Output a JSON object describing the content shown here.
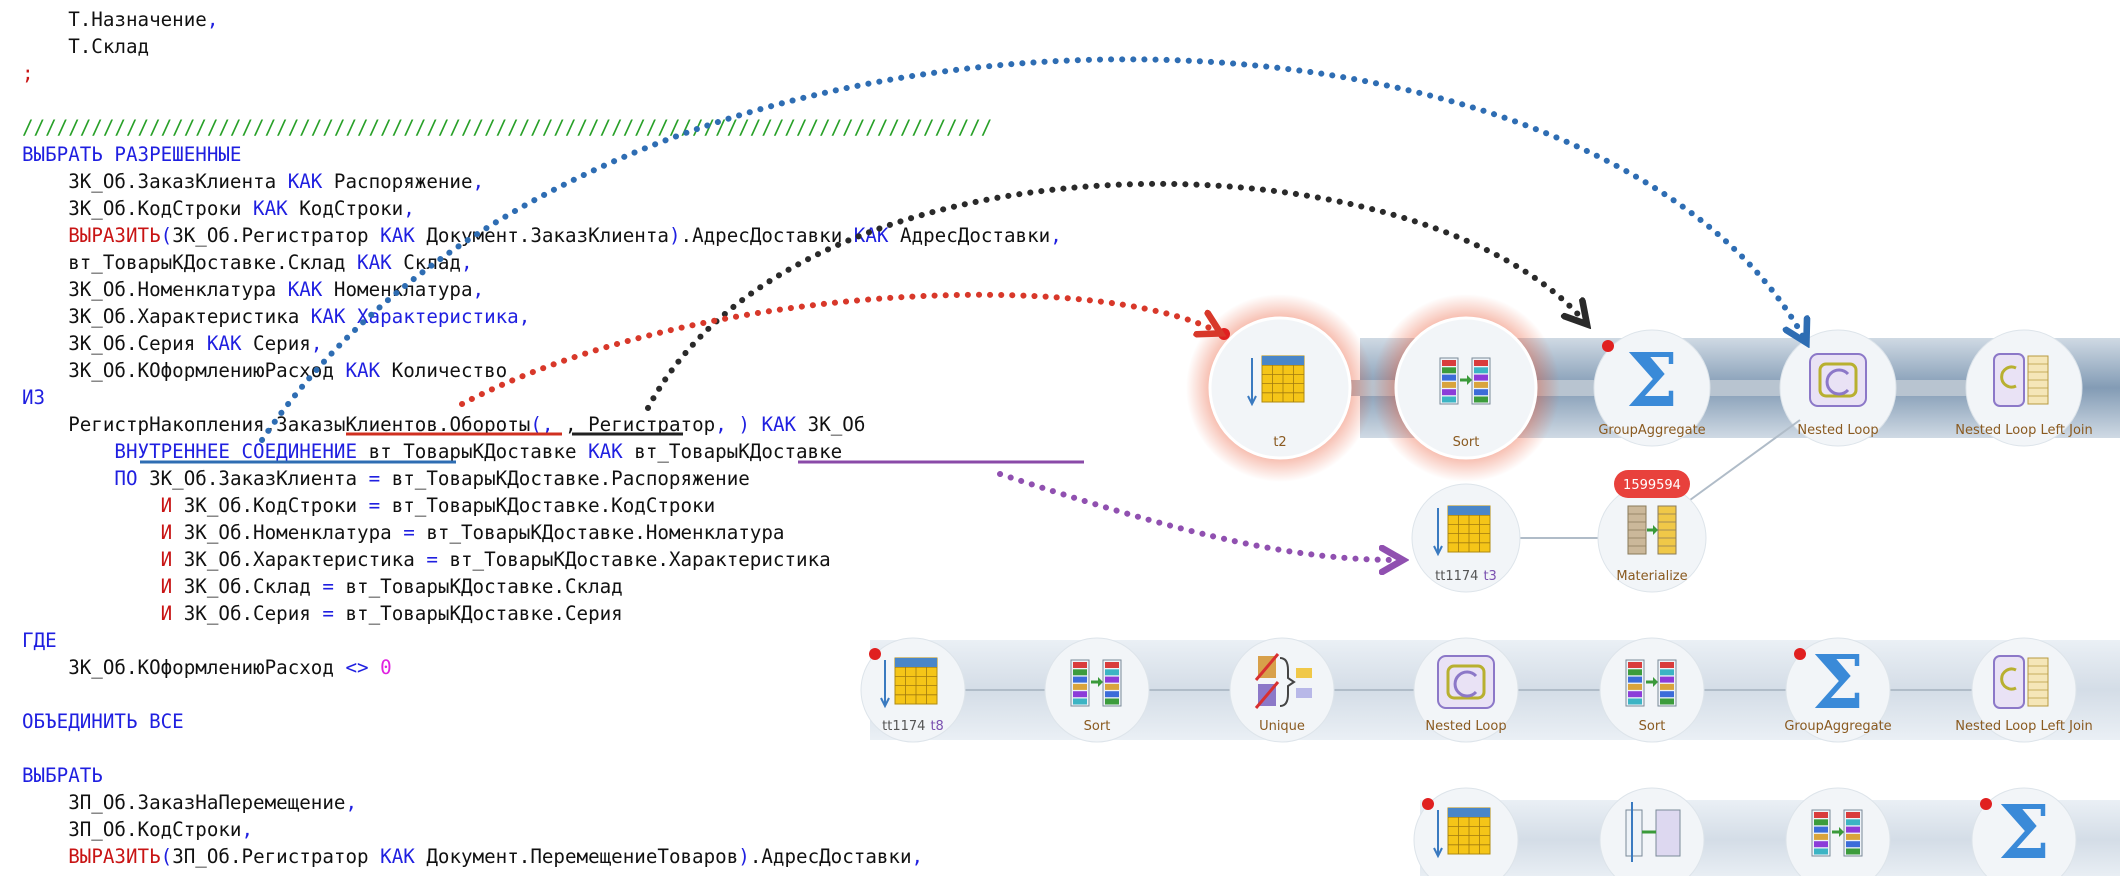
{
  "code": {
    "lines": [
      [
        {
          "t": "    Т.Назначение",
          "c": "tx"
        },
        {
          "t": ",",
          "c": "br"
        }
      ],
      [
        {
          "t": "    Т.Склад",
          "c": "tx"
        }
      ],
      [
        {
          "t": ";",
          "c": "op"
        }
      ],
      [],
      [
        {
          "t": "////////////////////////////////////////////////////////////////////////////////////",
          "c": "cmt"
        }
      ],
      [
        {
          "t": "ВЫБРАТЬ РАЗРЕШЕННЫЕ",
          "c": "kw"
        }
      ],
      [
        {
          "t": "    ЗК_Об.ЗаказКлиента ",
          "c": "tx"
        },
        {
          "t": "КАК",
          "c": "kw"
        },
        {
          "t": " Распоряжение",
          "c": "tx"
        },
        {
          "t": ",",
          "c": "br"
        }
      ],
      [
        {
          "t": "    ЗК_Об.КодСтроки ",
          "c": "tx"
        },
        {
          "t": "КАК",
          "c": "kw"
        },
        {
          "t": " КодСтроки",
          "c": "tx"
        },
        {
          "t": ",",
          "c": "br"
        }
      ],
      [
        {
          "t": "    ",
          "c": "tx"
        },
        {
          "t": "ВЫРАЗИТЬ",
          "c": "fn"
        },
        {
          "t": "(",
          "c": "br"
        },
        {
          "t": "ЗК_Об.Регистратор ",
          "c": "tx"
        },
        {
          "t": "КАК",
          "c": "kw"
        },
        {
          "t": " Документ.ЗаказКлиента",
          "c": "tx"
        },
        {
          "t": ")",
          "c": "br"
        },
        {
          "t": ".АдресДоставки ",
          "c": "tx"
        },
        {
          "t": "КАК",
          "c": "kw"
        },
        {
          "t": " АдресДоставки",
          "c": "tx"
        },
        {
          "t": ",",
          "c": "br"
        }
      ],
      [
        {
          "t": "    вт_ТоварыКДоставке.Склад ",
          "c": "tx"
        },
        {
          "t": "КАК",
          "c": "kw"
        },
        {
          "t": " Склад",
          "c": "tx"
        },
        {
          "t": ",",
          "c": "br"
        }
      ],
      [
        {
          "t": "    ЗК_Об.Номенклатура ",
          "c": "tx"
        },
        {
          "t": "КАК",
          "c": "kw"
        },
        {
          "t": " Номенклатура",
          "c": "tx"
        },
        {
          "t": ",",
          "c": "br"
        }
      ],
      [
        {
          "t": "    ЗК_Об.Характеристика ",
          "c": "tx"
        },
        {
          "t": "КАК",
          "c": "kw"
        },
        {
          "t": " Характеристика",
          "c": "kw"
        },
        {
          "t": ",",
          "c": "br"
        }
      ],
      [
        {
          "t": "    ЗК_Об.Серия ",
          "c": "tx"
        },
        {
          "t": "КАК",
          "c": "kw"
        },
        {
          "t": " Серия",
          "c": "tx"
        },
        {
          "t": ",",
          "c": "br"
        }
      ],
      [
        {
          "t": "    ЗК_Об.КОформлениюРасход ",
          "c": "tx"
        },
        {
          "t": "КАК",
          "c": "kw"
        },
        {
          "t": " Количество",
          "c": "tx"
        }
      ],
      [
        {
          "t": "ИЗ",
          "c": "kw"
        }
      ],
      [
        {
          "t": "    РегистрНакопления.",
          "c": "tx"
        },
        {
          "t": "ЗаказыКлиентов",
          "c": "tx"
        },
        {
          "t": ".",
          "c": "tx"
        },
        {
          "t": "Обороты",
          "c": "tx"
        },
        {
          "t": "(",
          "c": "br"
        },
        {
          "t": ",",
          "c": "br"
        },
        {
          "t": " , ",
          "c": "tx"
        },
        {
          "t": "Регистратор",
          "c": "tx"
        },
        {
          "t": ",",
          "c": "br"
        },
        {
          "t": " ",
          "c": "tx"
        },
        {
          "t": ")",
          "c": "br"
        },
        {
          "t": " ",
          "c": "tx"
        },
        {
          "t": "КАК",
          "c": "kw"
        },
        {
          "t": " ЗК_Об",
          "c": "tx"
        }
      ],
      [
        {
          "t": "        ",
          "c": "tx"
        },
        {
          "t": "ВНУТРЕННЕЕ СОЕДИНЕНИЕ",
          "c": "kw"
        },
        {
          "t": " вт_ТоварыКДоставке ",
          "c": "tx"
        },
        {
          "t": "КАК",
          "c": "kw"
        },
        {
          "t": " вт_ТоварыКДоставке",
          "c": "tx"
        }
      ],
      [
        {
          "t": "        ",
          "c": "tx"
        },
        {
          "t": "ПО",
          "c": "kw"
        },
        {
          "t": " ЗК_Об.ЗаказКлиента ",
          "c": "tx"
        },
        {
          "t": "=",
          "c": "br"
        },
        {
          "t": " вт_ТоварыКДоставке.Распоряжение",
          "c": "tx"
        }
      ],
      [
        {
          "t": "            ",
          "c": "tx"
        },
        {
          "t": "И",
          "c": "fn"
        },
        {
          "t": " ЗК_Об.КодСтроки ",
          "c": "tx"
        },
        {
          "t": "=",
          "c": "br"
        },
        {
          "t": " вт_ТоварыКДоставке.КодСтроки",
          "c": "tx"
        }
      ],
      [
        {
          "t": "            ",
          "c": "tx"
        },
        {
          "t": "И",
          "c": "fn"
        },
        {
          "t": " ЗК_Об.Номенклатура ",
          "c": "tx"
        },
        {
          "t": "=",
          "c": "br"
        },
        {
          "t": " вт_ТоварыКДоставке.Номенклатура",
          "c": "tx"
        }
      ],
      [
        {
          "t": "            ",
          "c": "tx"
        },
        {
          "t": "И",
          "c": "fn"
        },
        {
          "t": " ЗК_Об.Характеристика ",
          "c": "tx"
        },
        {
          "t": "=",
          "c": "br"
        },
        {
          "t": " вт_ТоварыКДоставке.Характеристика",
          "c": "tx"
        }
      ],
      [
        {
          "t": "            ",
          "c": "tx"
        },
        {
          "t": "И",
          "c": "fn"
        },
        {
          "t": " ЗК_Об.Склад ",
          "c": "tx"
        },
        {
          "t": "=",
          "c": "br"
        },
        {
          "t": " вт_ТоварыКДоставке.Склад",
          "c": "tx"
        }
      ],
      [
        {
          "t": "            ",
          "c": "tx"
        },
        {
          "t": "И",
          "c": "fn"
        },
        {
          "t": " ЗК_Об.Серия ",
          "c": "tx"
        },
        {
          "t": "=",
          "c": "br"
        },
        {
          "t": " вт_ТоварыКДоставке.Серия",
          "c": "tx"
        }
      ],
      [
        {
          "t": "ГДЕ",
          "c": "kw"
        }
      ],
      [
        {
          "t": "    ЗК_Об.КОформлениюРасход ",
          "c": "tx"
        },
        {
          "t": "<>",
          "c": "br"
        },
        {
          "t": " ",
          "c": "tx"
        },
        {
          "t": "0",
          "c": "num"
        }
      ],
      [],
      [
        {
          "t": "ОБЪЕДИНИТЬ ВСЕ",
          "c": "kw"
        }
      ],
      [],
      [
        {
          "t": "ВЫБРАТЬ",
          "c": "kw"
        }
      ],
      [
        {
          "t": "    ЗП_Об.ЗаказНаПеремещение",
          "c": "tx"
        },
        {
          "t": ",",
          "c": "br"
        }
      ],
      [
        {
          "t": "    ЗП_Об.КодСтроки",
          "c": "tx"
        },
        {
          "t": ",",
          "c": "br"
        }
      ],
      [
        {
          "t": "    ",
          "c": "tx"
        },
        {
          "t": "ВЫРАЗИТЬ",
          "c": "fn"
        },
        {
          "t": "(",
          "c": "br"
        },
        {
          "t": "ЗП_Об.Регистратор ",
          "c": "tx"
        },
        {
          "t": "КАК",
          "c": "kw"
        },
        {
          "t": " Документ.ПеремещениеТоваров",
          "c": "tx"
        },
        {
          "t": ")",
          "c": "br"
        },
        {
          "t": ".АдресДоставки",
          "c": "tx"
        },
        {
          "t": ",",
          "c": "br"
        }
      ]
    ]
  },
  "plan": {
    "row1": [
      {
        "id": "n-t2",
        "label": "t2",
        "icon": "table-scan-icon",
        "highlight": true,
        "dot": true
      },
      {
        "id": "n-sort1",
        "label": "Sort",
        "icon": "sort-icon",
        "highlight": true,
        "dot": false
      },
      {
        "id": "n-agg1",
        "label": "GroupAggregate",
        "icon": "sigma-icon",
        "highlight": false,
        "dot": true
      },
      {
        "id": "n-nl1",
        "label": "Nested Loop",
        "icon": "nested-loop-icon",
        "highlight": false,
        "dot": false
      },
      {
        "id": "n-nllj1",
        "label": "Nested Loop Left Join",
        "icon": "nested-loop-left-join-icon",
        "highlight": false,
        "dot": false
      }
    ],
    "row1b": [
      {
        "id": "n-tt1174-t3",
        "label": "tt1174",
        "label2": "t3",
        "icon": "table-scan-icon",
        "dot": false
      },
      {
        "id": "n-mat",
        "label": "Materialize",
        "icon": "materialize-icon",
        "dot": false
      }
    ],
    "badge": "1599594",
    "row2": [
      {
        "id": "n-tt1174-t8",
        "label": "tt1174",
        "label2": "t8",
        "icon": "table-scan-icon",
        "dot": true
      },
      {
        "id": "n-sort2",
        "label": "Sort",
        "icon": "sort-icon",
        "dot": false
      },
      {
        "id": "n-unique",
        "label": "Unique",
        "icon": "unique-icon",
        "dot": false
      },
      {
        "id": "n-nl2",
        "label": "Nested Loop",
        "icon": "nested-loop-icon",
        "dot": false
      },
      {
        "id": "n-sort3",
        "label": "Sort",
        "icon": "sort-icon",
        "dot": false
      },
      {
        "id": "n-agg2",
        "label": "GroupAggregate",
        "icon": "sigma-icon",
        "dot": true
      },
      {
        "id": "n-nllj2",
        "label": "Nested Loop Left Join",
        "icon": "nested-loop-left-join-icon",
        "dot": false
      }
    ],
    "row3": [
      {
        "id": "n-r3-scan",
        "icon": "table-scan-icon",
        "dot": true
      },
      {
        "id": "n-r3-hash",
        "icon": "hash-join-icon",
        "dot": false
      },
      {
        "id": "n-r3-sort",
        "icon": "sort-icon",
        "dot": false
      },
      {
        "id": "n-r3-agg",
        "icon": "sigma-icon",
        "dot": true
      }
    ],
    "colors": {
      "blue_arrow": "#2e6db3",
      "black_arrow": "#2a2a2a",
      "red_arrow": "#d8382a",
      "purple_arrow": "#9050b0",
      "highlight": "#e8461e",
      "badge": "#e8413c"
    }
  }
}
